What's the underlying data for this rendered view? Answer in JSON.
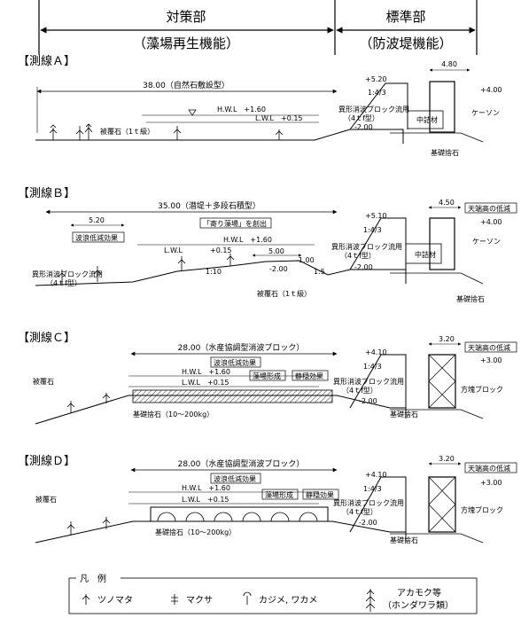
{
  "header": {
    "left_title": "対策部",
    "left_sub": "（藻場再生機能）",
    "right_title": "標準部",
    "right_sub": "（防波堤機能）"
  },
  "sections": {
    "a": {
      "title": "【測線Ａ】",
      "width_label": "38.00（自然石敷設型）",
      "hwl": "H.W.L　+1.60",
      "lwl": "L.W.L　+0.15",
      "cover_stone": "被覆石（1ｔ級）",
      "top_width": "4.80",
      "crest": "+5.20",
      "slope": "1:4/3",
      "block": "異形消波ブロック流用",
      "block_type": "（4ｔf型）",
      "toe": "-2.00",
      "right_level": "+4.00",
      "caisson": "ケーソン",
      "fill": "中詰材",
      "mound": "基礎捨石"
    },
    "b": {
      "title": "【測線Ｂ】",
      "width_label": "35.00（潜堤＋多段石積型）",
      "width_5_20": "5.20",
      "width_5_00": "5.00",
      "wave_effect": "波浪低減効果",
      "seagrass": "「寄り藻場」を創出",
      "hwl": "H.W.L　+1.60",
      "lwl_label": "L.W.L",
      "lwl_value": "+0.15",
      "level_m100": "-1.00",
      "level_m200": "-2.00",
      "slope_10": "1:10",
      "slope_5": "1:5",
      "block_left": "異形消波ブロック流用",
      "block_left_type": "（4ｔf型）",
      "cover_stone": "被覆石（1ｔ級）",
      "top_width": "4.50",
      "crest_reduce": "天端高の低減",
      "crest": "+5.10",
      "slope": "1:4/3",
      "block": "異形消波ブロック流用",
      "block_type": "（4ｔf型）",
      "toe": "-2.00",
      "right_level": "+4.00",
      "caisson": "ケーソン",
      "fill": "中詰材",
      "mound": "基礎捨石"
    },
    "c": {
      "title": "【測線Ｃ】",
      "width_label": "28.00（水産協調型消波ブロック）",
      "wave_effect": "波浪低減効果",
      "hwl": "H.W.L　+1.60",
      "lwl": "L.W.L　+0.15",
      "seaweed_form": "藻場形成",
      "calm_effect": "静穏効果",
      "cover_stone": "被覆石",
      "mound_left": "基礎捨石（10～200kg）",
      "top_width": "3.20",
      "crest_reduce": "天端高の低減",
      "crest": "+4.10",
      "slope": "1:4/3",
      "block": "異形消波ブロック流用",
      "block_type": "（4ｔf型）",
      "toe": "-2.00",
      "right_level": "+3.00",
      "square_block": "方塊ブロック",
      "mound": "基礎捨石"
    },
    "d": {
      "title": "【測線Ｄ】",
      "width_label": "28.00（水産協調型消波ブロック）",
      "wave_effect": "波浪低減効果",
      "hwl": "H.W.L　+1.60",
      "lwl": "L.W.L　+0.15",
      "seaweed_form": "藻場形成",
      "calm_effect": "静穏効果",
      "cover_stone": "被覆石",
      "mound_left": "基礎捨石（10～200kg）",
      "top_width": "3.20",
      "crest_reduce": "天端高の低減",
      "crest": "+4.10",
      "slope": "1:4/3",
      "block": "異形消波ブロック流用",
      "block_type": "（4ｔf型）",
      "toe": "-2.00",
      "right_level": "+3.00",
      "square_block": "方塊ブロック",
      "mound": "基礎捨石"
    }
  },
  "legend": {
    "title": "凡　例",
    "tsunomata": "ツノマタ",
    "makusa": "マクサ",
    "kajime": "カジメ, ワカメ",
    "akamoku": "アカモク等",
    "akamoku_sub": "（ホンダワラ類）"
  }
}
